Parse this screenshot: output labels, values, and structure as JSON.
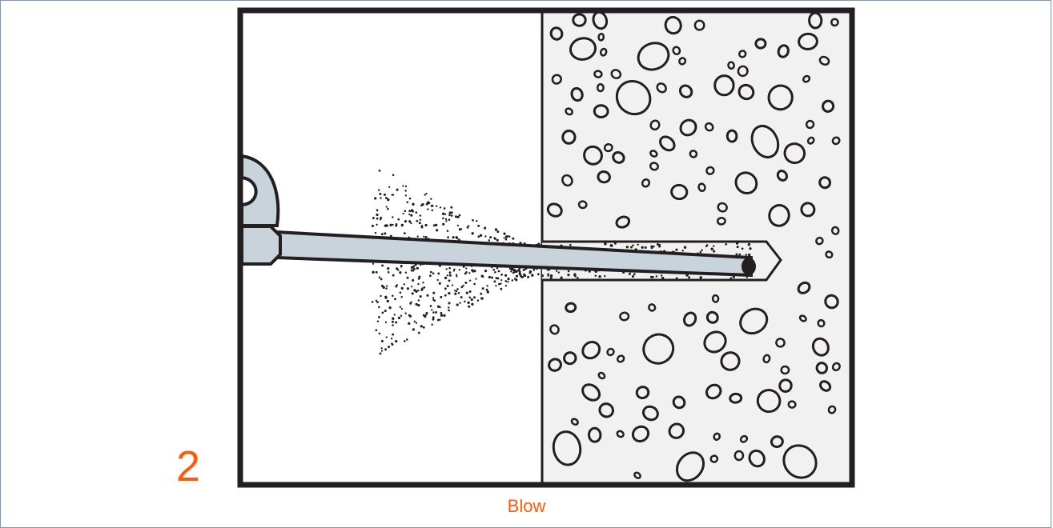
{
  "step": {
    "number": "2",
    "caption": "Blow"
  },
  "colors": {
    "accent": "#ff5a0a",
    "frame_border": "#7f93b5",
    "concrete_fill": "#f1f1f2",
    "nozzle_fill": "#c8d3dc",
    "outline": "#231f20"
  },
  "illustration": {
    "subject": "air-nozzle-blowing-dust-from-drilled-hole-in-concrete"
  }
}
